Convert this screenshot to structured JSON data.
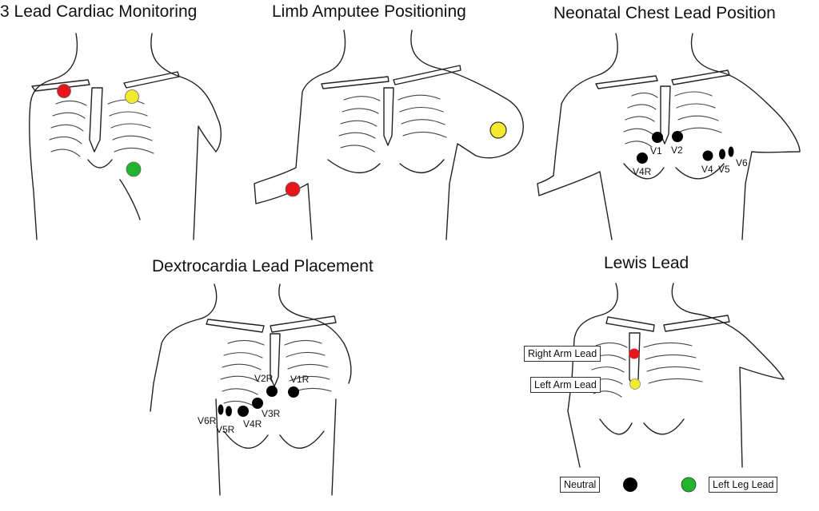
{
  "titles": {
    "three_lead": "3 Lead Cardiac Monitoring",
    "amputee": "Limb Amputee Positioning",
    "neonatal": "Neonatal Chest Lead Position",
    "dextrocardia": "Dextrocardia Lead Placement",
    "lewis": "Lewis Lead"
  },
  "neonatal_labels": {
    "v1": "V1",
    "v2": "V2",
    "v4r": "V4R",
    "v4": "V4",
    "v5": "V5",
    "v6": "V6"
  },
  "dextro_labels": {
    "v1r": "V1R",
    "v2r": "V2R",
    "v3r": "V3R",
    "v4r": "V4R",
    "v5r": "V5R",
    "v6r": "V6R"
  },
  "lewis_labels": {
    "right_arm": "Right Arm Lead",
    "left_arm": "Left Arm Lead",
    "neutral": "Neutral",
    "left_leg": "Left Leg Lead"
  },
  "colors": {
    "red": "#e8161b",
    "yellow": "#f2ea2c",
    "green": "#22b32f",
    "black": "#000000"
  }
}
